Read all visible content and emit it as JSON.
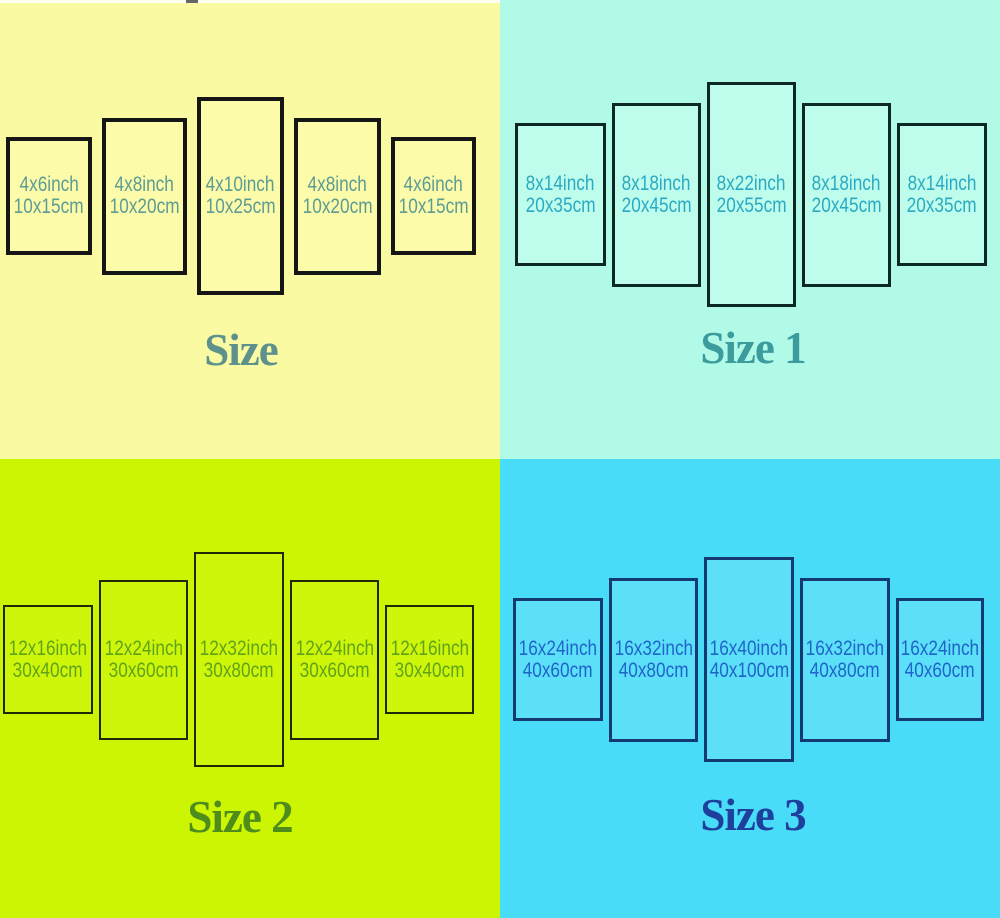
{
  "page": {
    "description": "Five-panel canvas wall art size chart with four size options"
  },
  "quadrants": [
    {
      "title": "Size",
      "colors": {
        "bg": "#FAFAA2",
        "fill": "#FBFBAA",
        "border": "#161616",
        "label": "#5D9C93",
        "title": "#5E908C"
      },
      "panels": [
        {
          "inch": "4x6inch",
          "cm": "10x15cm"
        },
        {
          "inch": "4x8inch",
          "cm": "10x20cm"
        },
        {
          "inch": "4x10inch",
          "cm": "10x25cm"
        },
        {
          "inch": "4x8inch",
          "cm": "10x20cm"
        },
        {
          "inch": "4x6inch",
          "cm": "10x15cm"
        }
      ]
    },
    {
      "title": "Size 1",
      "colors": {
        "bg": "#B0FAE7",
        "fill": "#BEFCEC",
        "border": "#0C2823",
        "label": "#2BAAC4",
        "title": "#3B9B9D"
      },
      "panels": [
        {
          "inch": "8x14inch",
          "cm": "20x35cm"
        },
        {
          "inch": "8x18inch",
          "cm": "20x45cm"
        },
        {
          "inch": "8x22inch",
          "cm": "20x55cm"
        },
        {
          "inch": "8x18inch",
          "cm": "20x45cm"
        },
        {
          "inch": "8x14inch",
          "cm": "20x35cm"
        }
      ]
    },
    {
      "title": "Size 2",
      "colors": {
        "bg": "#CBF502",
        "fill": "#CDF60A",
        "border": "#1C2B06",
        "label": "#61A318",
        "title": "#4E8C1C"
      },
      "panels": [
        {
          "inch": "12x16inch",
          "cm": "30x40cm"
        },
        {
          "inch": "12x24inch",
          "cm": "30x60cm"
        },
        {
          "inch": "12x32inch",
          "cm": "30x80cm"
        },
        {
          "inch": "12x24inch",
          "cm": "30x60cm"
        },
        {
          "inch": "12x16inch",
          "cm": "30x40cm"
        }
      ]
    },
    {
      "title": "Size 3",
      "colors": {
        "bg": "#49DCF9",
        "fill": "#5CE0FA",
        "border": "#153A72",
        "label": "#1F64C9",
        "title": "#1E3F9C"
      },
      "panels": [
        {
          "inch": "16x24inch",
          "cm": "40x60cm"
        },
        {
          "inch": "16x32inch",
          "cm": "40x80cm"
        },
        {
          "inch": "16x40inch",
          "cm": "40x100cm"
        },
        {
          "inch": "16x32inch",
          "cm": "40x80cm"
        },
        {
          "inch": "16x24inch",
          "cm": "40x60cm"
        }
      ]
    }
  ]
}
